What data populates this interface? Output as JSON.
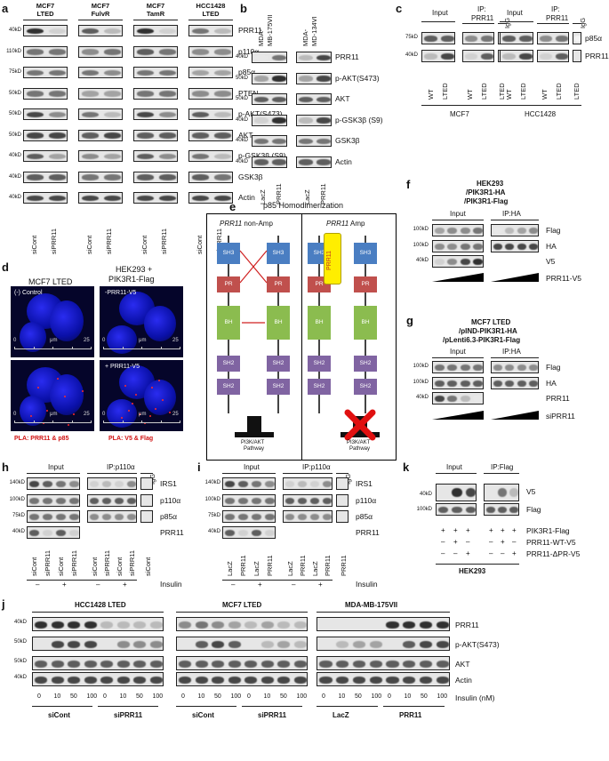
{
  "panel_labels": {
    "a": "a",
    "b": "b",
    "c": "c",
    "d": "d",
    "e": "e",
    "f": "f",
    "g": "g",
    "h": "h",
    "i": "i",
    "j": "j",
    "k": "k"
  },
  "a": {
    "cell_lines": [
      [
        "MCF7",
        "LTED"
      ],
      [
        "MCF7",
        "FulvR"
      ],
      [
        "MCF7",
        "TamR"
      ],
      [
        "HCC1428",
        "LTED"
      ]
    ],
    "sizes": [
      "40kD",
      "110kD",
      "75kD",
      "50kD",
      "50kD",
      "50kD",
      "40kD",
      "40kD",
      "40kD"
    ],
    "rows": [
      "PRR11",
      "p110α",
      "p85α",
      "PTEN",
      "p-AKT(S473)",
      "AKT",
      "p-GSK3β (S9)",
      "GSK3β",
      "Actin"
    ],
    "lanes": [
      "siCont",
      "siPRR11"
    ]
  },
  "b": {
    "cell_lines": [
      [
        "MDA-",
        "MB-175VII"
      ],
      [
        "MDA-",
        "MD-134VI"
      ]
    ],
    "sizes": [
      "40kD",
      "50kD",
      "50kD",
      "40kD",
      "40kD",
      "40kD"
    ],
    "rows": [
      "PRR11",
      "p-AKT(S473)",
      "AKT",
      "p-GSK3β (S9)",
      "GSK3β",
      "Actin"
    ],
    "lanes": [
      "LacZ",
      "PRR11"
    ]
  },
  "c": {
    "headers": [
      "Input",
      "IP:",
      "PRR11",
      "IgG",
      "Input",
      "IP:",
      "PRR11",
      "IgG"
    ],
    "sizes": [
      "75kD",
      "40kD"
    ],
    "rows": [
      "p85α",
      "PRR11"
    ],
    "lanes": [
      "WT",
      "LTED",
      "WT",
      "LTED",
      "LTED"
    ],
    "groups": [
      "MCF7",
      "HCC1428"
    ]
  },
  "d": {
    "col_titles": [
      "MCF7 LTED",
      "HEK293 +",
      "PIK3R1-Flag"
    ],
    "insets": [
      "(-) Control",
      "-PRR11-V5",
      "+ PRR11-V5"
    ],
    "scale": [
      "0",
      "μm",
      "25"
    ],
    "captions": [
      "PLA: PRR11 & p85",
      "PLA: V5 & Flag"
    ]
  },
  "e": {
    "title": "p85 Homodimerization",
    "left_title_italic": "PRR11",
    "left_title_rest": " non-Amp",
    "right_title_italic": "PRR11",
    "right_title_rest": " Amp",
    "domains": [
      "SH3",
      "PR",
      "BH",
      "SH2",
      "SH2"
    ],
    "prr11_box": "PRR11",
    "pathway": [
      "PI3K/AKT",
      "Pathway"
    ]
  },
  "f": {
    "title": [
      "HEK293",
      "/PIK3R1-HA",
      "/PIK3R1-Flag"
    ],
    "headers": [
      "Input",
      "IP:HA"
    ],
    "sizes": [
      "100kD",
      "100kD",
      "40kD"
    ],
    "rows": [
      "Flag",
      "HA",
      "V5"
    ],
    "ramp": "PRR11-V5"
  },
  "g": {
    "title": [
      "MCF7 LTED",
      "/pIND-PIK3R1-HA",
      "/pLenti6.3-PIK3R1-Flag"
    ],
    "headers": [
      "Input",
      "IP:HA"
    ],
    "sizes": [
      "100kD",
      "100kD",
      "40kD"
    ],
    "rows": [
      "Flag",
      "HA",
      "PRR11"
    ],
    "ramp": "siPRR11"
  },
  "h": {
    "headers": [
      "Input",
      "IP:p110α",
      "IgG"
    ],
    "sizes": [
      "140kD",
      "100kD",
      "75kD",
      "40kD"
    ],
    "rows": [
      "IRS1",
      "p110α",
      "p85α",
      "PRR11"
    ],
    "lanes": [
      "siCont",
      "siPRR11",
      "siCont",
      "siPRR11",
      "siCont",
      "siPRR11",
      "siCont",
      "siPRR11",
      "siCont"
    ],
    "insulin": [
      "–",
      "+",
      "–",
      "+"
    ],
    "insulin_label": "Insulin"
  },
  "i": {
    "headers": [
      "Input",
      "IP:p110α",
      "IgG"
    ],
    "sizes": [
      "140kD",
      "100kD",
      "75kD",
      "40kD"
    ],
    "rows": [
      "IRS1",
      "p110α",
      "p85α",
      "PRR11"
    ],
    "lanes": [
      "LacZ",
      "PRR11",
      "LacZ",
      "PRR11",
      "LacZ",
      "PRR11",
      "LacZ",
      "PRR11",
      "PRR11"
    ],
    "insulin": [
      "–",
      "+",
      "–",
      "+"
    ],
    "insulin_label": "Insulin"
  },
  "k": {
    "headers": [
      "Input",
      "IP:Flag"
    ],
    "sizes": [
      "40kD",
      "100kD"
    ],
    "rows": [
      "V5",
      "Flag"
    ],
    "cond_labels": [
      "PIK3R1-Flag",
      "PRR11-WT-V5",
      "PRR11-ΔPR-V5"
    ],
    "cond": [
      [
        "+",
        "+",
        "+",
        "+",
        "+",
        "+"
      ],
      [
        "–",
        "+",
        "–",
        "–",
        "+",
        "–"
      ],
      [
        "–",
        "–",
        "+",
        "–",
        "–",
        "+"
      ]
    ],
    "footer": "HEK293"
  },
  "j": {
    "titles": [
      "HCC1428 LTED",
      "MCF7 LTED",
      "MDA-MB-175VII"
    ],
    "sizes": [
      "40kD",
      "50kD",
      "50kD",
      "40kD"
    ],
    "rows": [
      "PRR11",
      "p-AKT(S473)",
      "AKT",
      "Actin"
    ],
    "doses": [
      "0",
      "10",
      "50",
      "100",
      "0",
      "10",
      "50",
      "100",
      "0",
      "10",
      "50",
      "100",
      "0",
      "10",
      "50",
      "100",
      "0",
      "10",
      "50",
      "100",
      "0",
      "10",
      "50",
      "100"
    ],
    "dose_label": "Insulin (nM)",
    "groups": [
      "siCont",
      "siPRR11",
      "siCont",
      "siPRR11",
      "LacZ",
      "PRR11"
    ]
  }
}
